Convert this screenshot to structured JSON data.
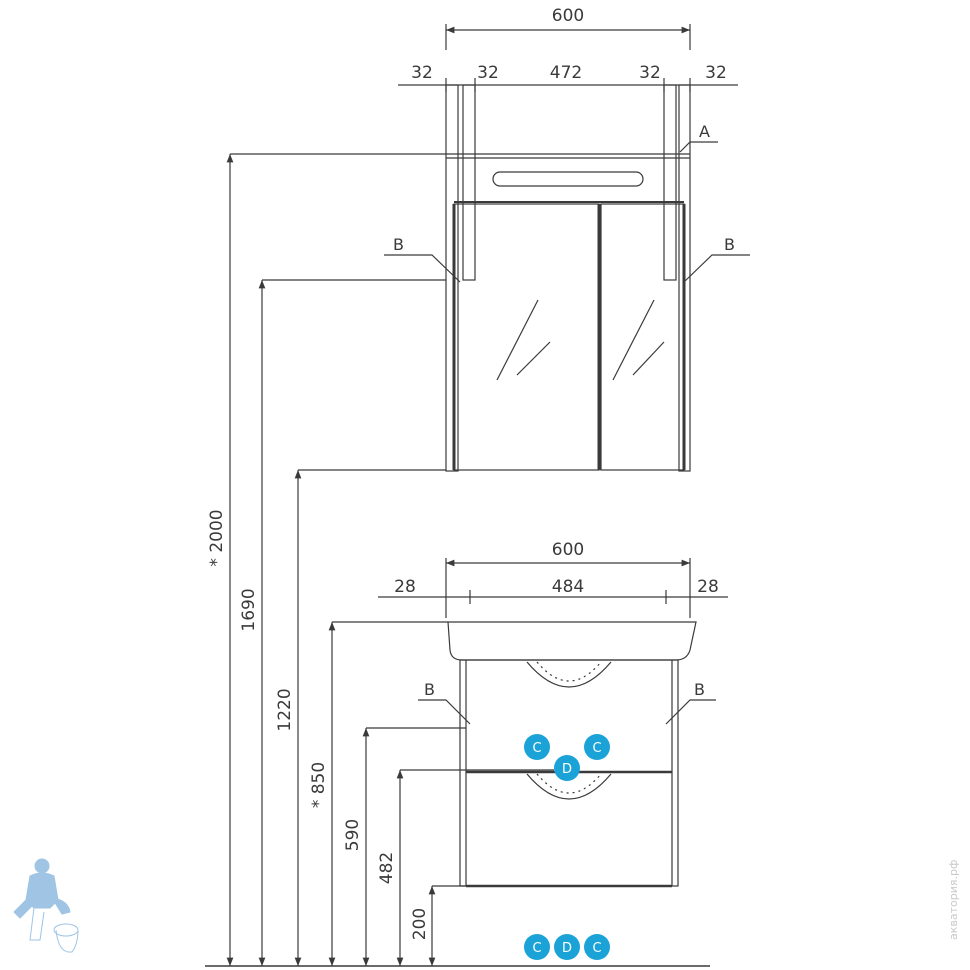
{
  "mirror_cabinet": {
    "total_width": "600",
    "segments": [
      "32",
      "32",
      "472",
      "32",
      "32"
    ],
    "label_a": "A",
    "label_b_left": "B",
    "label_b_right": "B"
  },
  "vanity": {
    "total_width": "600",
    "side_left": "28",
    "inner_width": "484",
    "side_right": "28",
    "label_b_left": "B",
    "label_b_right": "B"
  },
  "heights": {
    "h2000": "* 2000",
    "h1690": "1690",
    "h1220": "1220",
    "h850": "* 850",
    "h590": "590",
    "h482": "482",
    "h200": "200"
  },
  "markers": {
    "c_left": "C",
    "c_right": "C",
    "d_mid": "D",
    "bottom_c1": "C",
    "bottom_d": "D",
    "bottom_c2": "C"
  },
  "colors": {
    "line": "#3a3a3a",
    "marker": "#1ba3d8",
    "watermark": "#9fc4e4"
  },
  "watermark": {
    "text": "акватория.рф"
  }
}
